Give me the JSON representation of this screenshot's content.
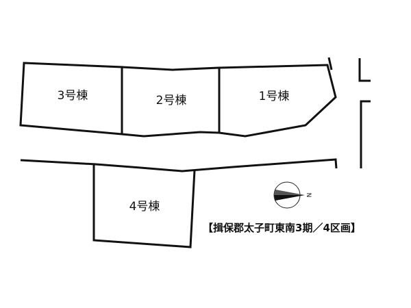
{
  "lots": [
    {
      "label": "3号棟"
    },
    {
      "label": "2号棟"
    },
    {
      "label": "1号棟"
    },
    {
      "label": "4号棟"
    }
  ],
  "compass": {
    "letter": "N",
    "icon": "north-arrow-icon"
  },
  "caption": "【揖保郡太子町東南3期／4区画】",
  "colors": {
    "line": "#111111",
    "background": "#ffffff"
  }
}
